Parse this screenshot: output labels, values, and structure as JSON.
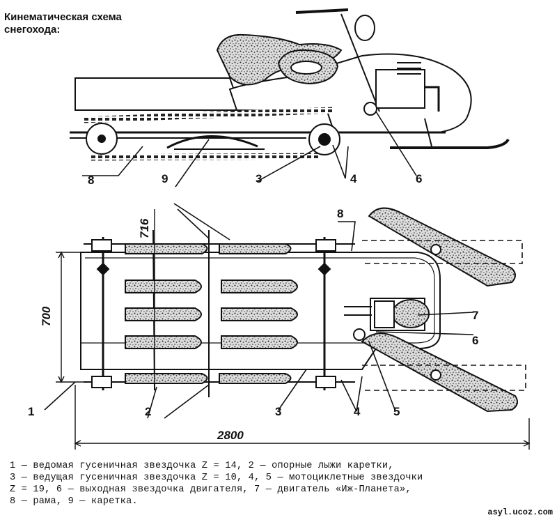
{
  "title": {
    "line1": "Кинематическая схема",
    "line2": "снегохода:"
  },
  "side_view_labels": {
    "frame": "8",
    "carriage": "9",
    "drive_sprocket": "3",
    "moto_sprocket": "4",
    "engine_sprocket": "6"
  },
  "top_view_labels": {
    "frame": "8",
    "driven_sprocket": "1",
    "support_skis": "2",
    "drive_sprocket": "3",
    "moto_sprocket_4": "4",
    "moto_sprocket_5": "5",
    "engine_sprocket": "6",
    "engine": "7"
  },
  "dimensions": {
    "track_gap": "716",
    "width": "700",
    "length": "2800"
  },
  "caption": {
    "line1": "1 — ведомая гусеничная звездочка Z = 14, 2 — опорные лыжи каретки,",
    "line2": "3 — ведущая гусеничная звездочка Z = 10, 4, 5 — мотоциклетные звездочки",
    "line3": "Z = 19, 6 — выходная звездочка двигателя, 7 — двигатель «Иж-Планета»,",
    "line4": "8 — рама, 9 — каретка."
  },
  "watermark": "asyl.ucoz.com"
}
